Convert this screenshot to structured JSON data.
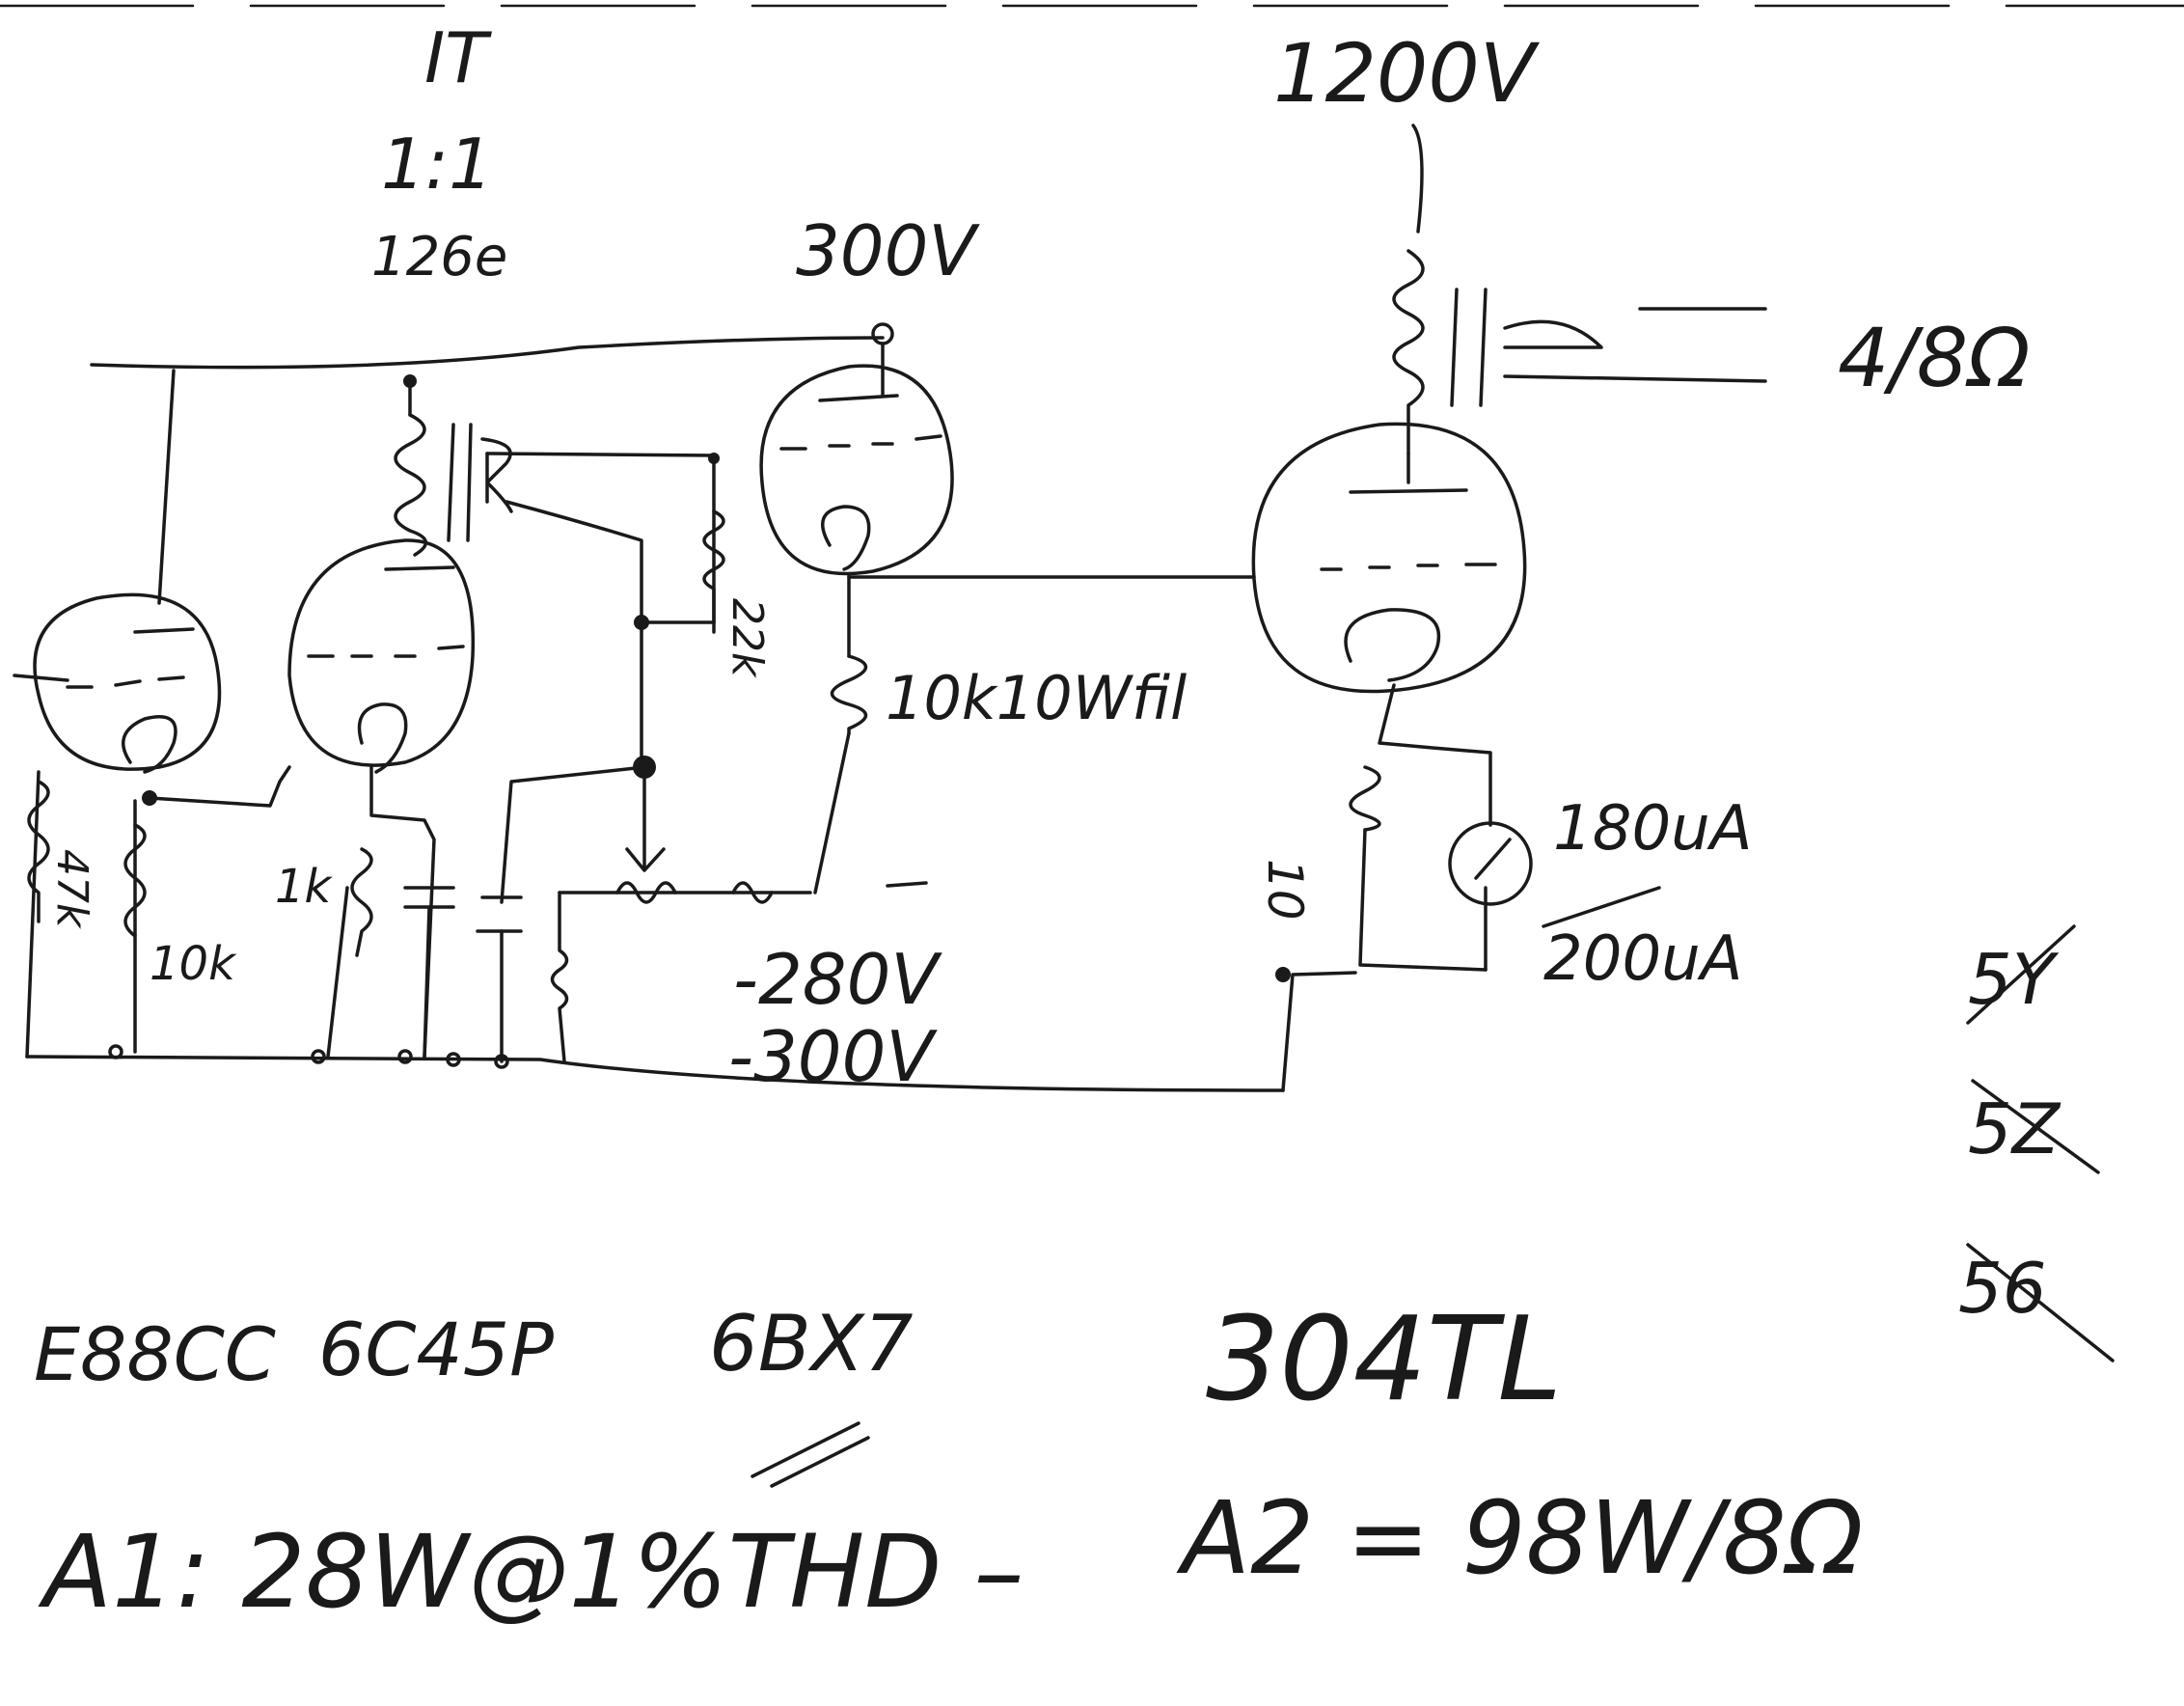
{
  "labels": {
    "it": "IT",
    "ratio": "1:1",
    "ratio_sub": "126e",
    "b_plus_300": "300V",
    "b_plus_1200": "1200V",
    "output_impedance": "4/8Ω",
    "r_22k": "22k",
    "r_10k_wire": "10k10Wfil",
    "meter_180": "180uA",
    "meter_200": "200uA",
    "r_47k": "47k",
    "r_10k": "10k",
    "r_1k": "1k",
    "r_10": "10",
    "bias_280": "-280V",
    "bias_300": "-300V"
  },
  "tubes": {
    "t1": "E88CC",
    "t2": "6C45P",
    "t3": "6BX7",
    "t4": "304TL"
  },
  "rectifiers": [
    "5Y",
    "5Z",
    "56"
  ],
  "specs": {
    "a1": "A1: 28W@1%THD –",
    "a2": "A2 = 98W/8Ω"
  }
}
